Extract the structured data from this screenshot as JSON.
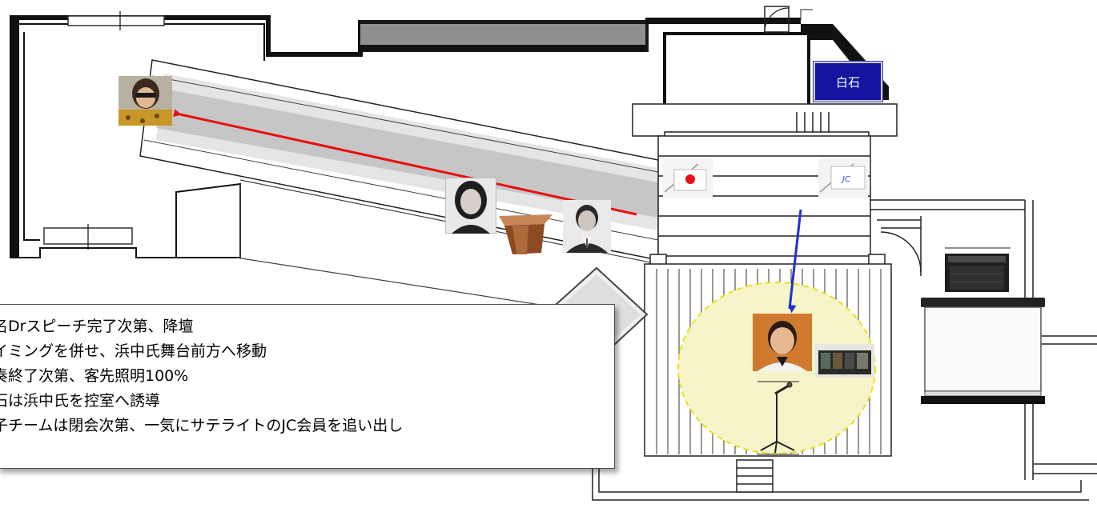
{
  "speaker_label": "白石",
  "notes": [
    "名Drスピーチ完了次第、降壇",
    "イミングを併せ、浜中氏舞台前方へ移動",
    "奏終了次第、客先照明100%",
    "石は浜中氏を控室へ誘導",
    "子チームは閉会次第、一気にサテライトのJC会員を追い出し"
  ],
  "colors": {
    "arrow_red": "#e81010",
    "arrow_blue": "#2030d0",
    "spotlight_fill": "#f6f4c8",
    "spotlight_stroke": "#e8e020",
    "label_bg": "#1414a0",
    "wall": "#111111"
  },
  "icons": [
    "japan-flag-icon",
    "jc-flag-icon",
    "microphone-stand-icon",
    "podium-icon",
    "speaker-amp-icon",
    "projector-screen-icon",
    "effects-pedal-icon",
    "reflector-panel-icon"
  ]
}
